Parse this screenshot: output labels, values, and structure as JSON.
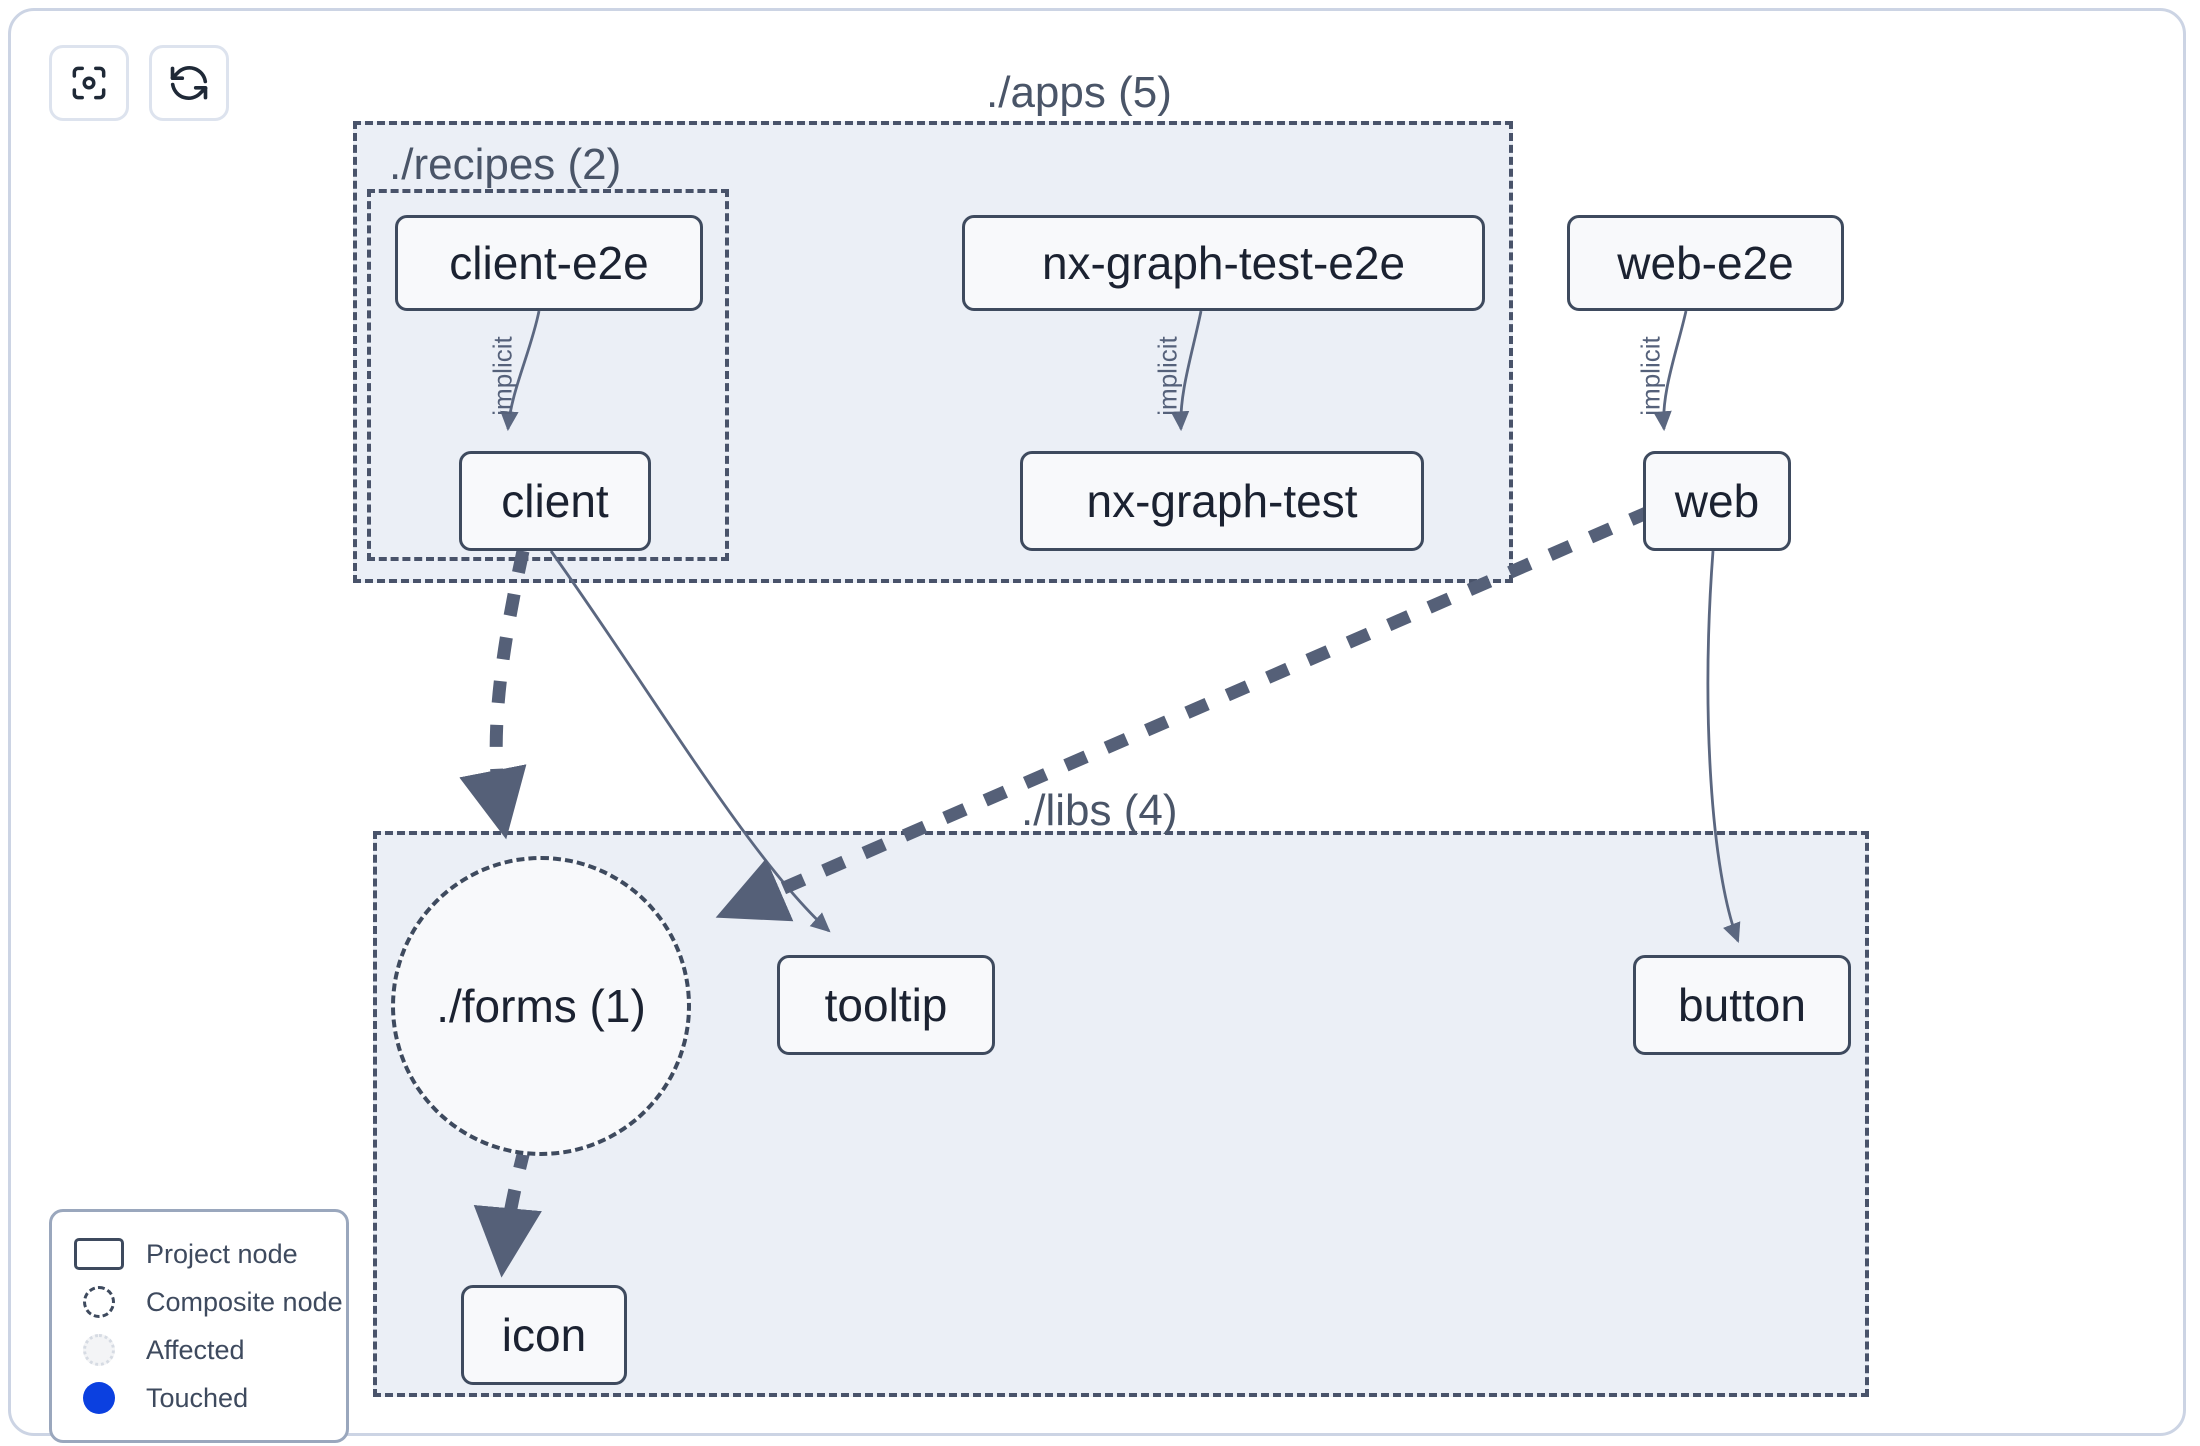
{
  "toolbar": {
    "buttons": [
      {
        "name": "focus-graph-button",
        "icon": "focus-target-icon",
        "label": ""
      },
      {
        "name": "refresh-graph-button",
        "icon": "refresh-icon",
        "label": ""
      }
    ]
  },
  "graph": {
    "groups": [
      {
        "id": "apps",
        "label": "./apps (5)",
        "count": 5
      },
      {
        "id": "recipes",
        "label": "./recipes (2)",
        "count": 2
      },
      {
        "id": "libs",
        "label": "./libs (4)",
        "count": 4
      }
    ],
    "nodes": [
      {
        "id": "client-e2e",
        "label": "client-e2e",
        "type": "project",
        "group": "recipes"
      },
      {
        "id": "client",
        "label": "client",
        "type": "project",
        "group": "recipes"
      },
      {
        "id": "nx-graph-test-e2e",
        "label": "nx-graph-test-e2e",
        "type": "project",
        "group": "apps"
      },
      {
        "id": "nx-graph-test",
        "label": "nx-graph-test",
        "type": "project",
        "group": "apps"
      },
      {
        "id": "web-e2e",
        "label": "web-e2e",
        "type": "project",
        "group": "apps"
      },
      {
        "id": "web",
        "label": "web",
        "type": "project",
        "group": "apps"
      },
      {
        "id": "forms",
        "label": "./forms (1)",
        "type": "composite",
        "group": "libs"
      },
      {
        "id": "tooltip",
        "label": "tooltip",
        "type": "project",
        "group": "libs"
      },
      {
        "id": "button",
        "label": "button",
        "type": "project",
        "group": "libs"
      },
      {
        "id": "icon",
        "label": "icon",
        "type": "project",
        "group": "libs"
      }
    ],
    "edges": [
      {
        "source": "client-e2e",
        "target": "client",
        "label": "implicit",
        "style": "solid"
      },
      {
        "source": "nx-graph-test-e2e",
        "target": "nx-graph-test",
        "label": "implicit",
        "style": "solid"
      },
      {
        "source": "web-e2e",
        "target": "web",
        "label": "implicit",
        "style": "solid"
      },
      {
        "source": "client",
        "target": "forms",
        "label": "",
        "style": "dashed"
      },
      {
        "source": "client",
        "target": "tooltip",
        "label": "",
        "style": "solid"
      },
      {
        "source": "web",
        "target": "forms",
        "label": "",
        "style": "dashed"
      },
      {
        "source": "web",
        "target": "button",
        "label": "",
        "style": "solid"
      },
      {
        "source": "forms",
        "target": "icon",
        "label": "",
        "style": "dashed"
      }
    ]
  },
  "legend": {
    "items": [
      {
        "swatch": "project-node-swatch",
        "label": "Project node"
      },
      {
        "swatch": "composite-node-swatch",
        "label": "Composite node"
      },
      {
        "swatch": "affected-swatch",
        "label": "Affected"
      },
      {
        "swatch": "touched-swatch",
        "label": "Touched"
      }
    ]
  },
  "colors": {
    "node_border": "#3e4a5e",
    "node_fill": "#f8f9fb",
    "group_fill": "#ebeff6",
    "group_border": "#49536a",
    "edge_dashed": "#556078",
    "edge_solid": "#5b6780",
    "touched": "#0b40e0",
    "panel_border": "#ccd4e4"
  }
}
